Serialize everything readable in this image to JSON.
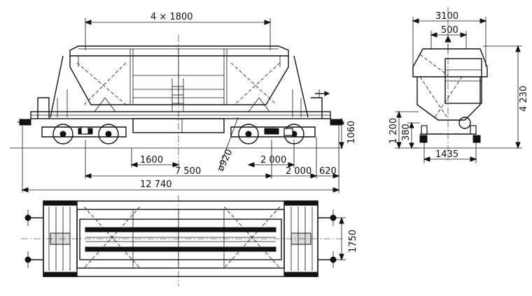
{
  "dimensions": {
    "top_span": "4 × 1800",
    "axle_dist": "1600",
    "wheelbase": "7 500",
    "total_length": "12 740",
    "overhang_a": "2 000",
    "overhang_b": "2 000",
    "buffer": "620",
    "wheel_dia": "ø920",
    "height_left": "1060",
    "end_width": "3100",
    "end_top": "500",
    "end_height": "4 230",
    "end_h1": "1 200",
    "end_h2": "380",
    "gauge": "1435",
    "plan_width": "1750"
  }
}
